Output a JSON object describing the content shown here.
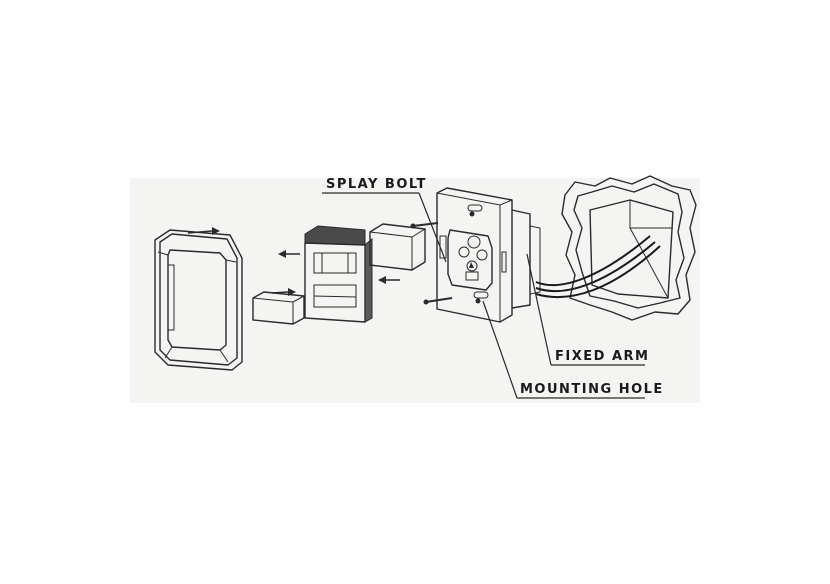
{
  "labels": {
    "splay_bolt": "SPLAY BOLT",
    "fixed_arm": "FIXED ARM",
    "mounting_hole": "MOUNTING HOLE"
  },
  "colors": {
    "ink": "#2a2a2a",
    "panel_background": "#f4f4f2",
    "dark_part": "#4a4a4a"
  }
}
